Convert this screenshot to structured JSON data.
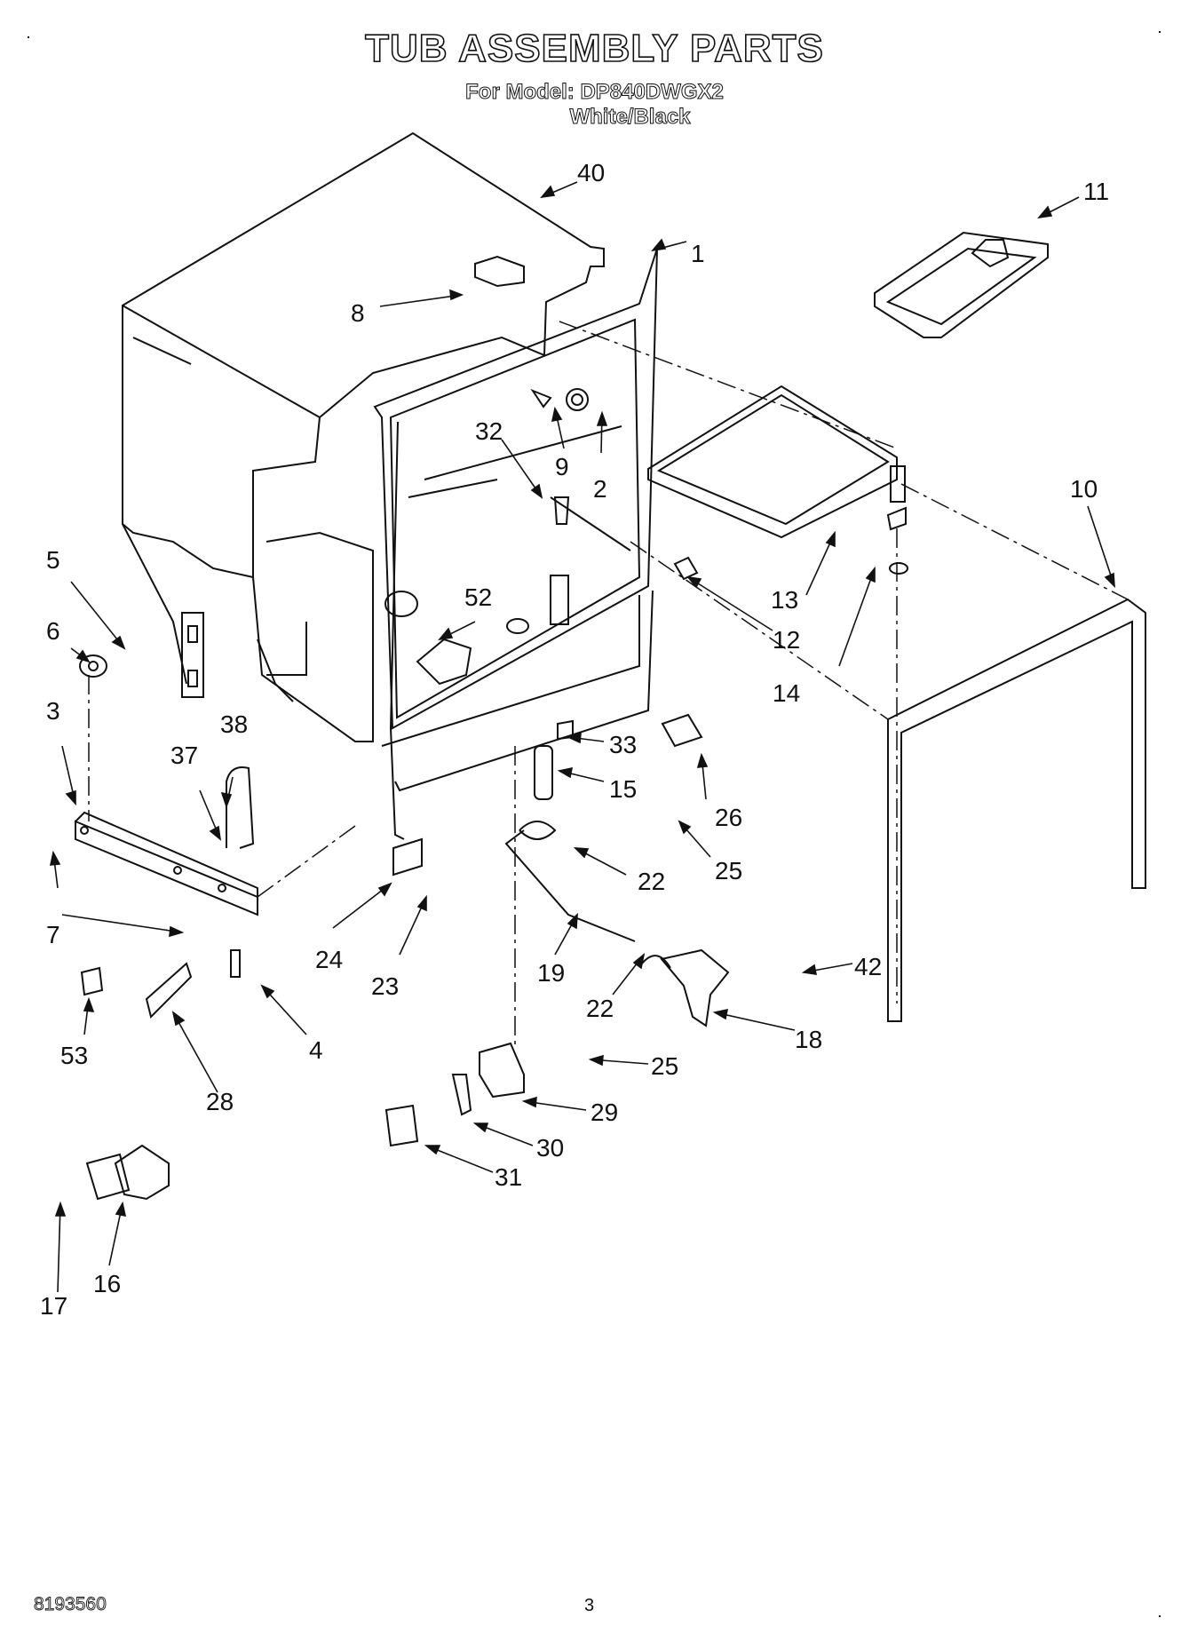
{
  "header": {
    "title": "TUB ASSEMBLY PARTS",
    "model_line": "For Model: DP840DWGX2",
    "color_line": "White/Black"
  },
  "footer": {
    "doc_number": "8193560",
    "page_number": "3"
  },
  "callouts": [
    "40",
    "1",
    "11",
    "8",
    "32",
    "9",
    "2",
    "10",
    "5",
    "52",
    "13",
    "6",
    "12",
    "3",
    "38",
    "14",
    "37",
    "33",
    "15",
    "26",
    "25",
    "22",
    "7",
    "24",
    "23",
    "19",
    "42",
    "22",
    "4",
    "53",
    "18",
    "28",
    "25",
    "29",
    "30",
    "31",
    "17",
    "16"
  ]
}
